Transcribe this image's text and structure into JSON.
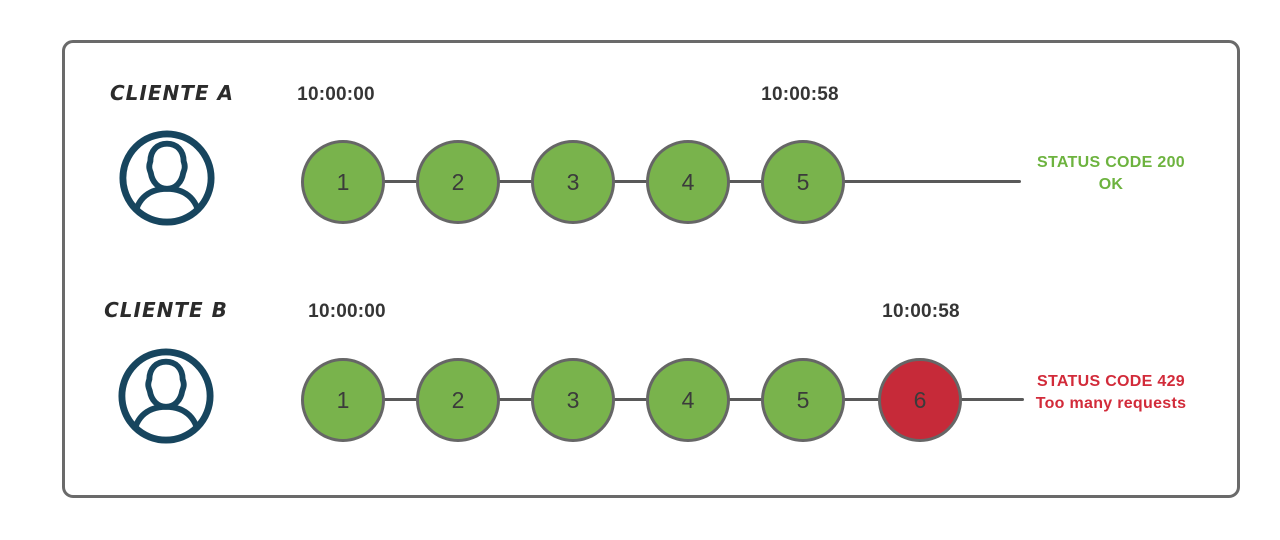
{
  "rows": [
    {
      "client": "CLIENTE A",
      "start_time": "10:00:00",
      "end_time": "10:00:58",
      "requests": [
        "1",
        "2",
        "3",
        "4",
        "5"
      ],
      "status_code_text": "STATUS CODE 200",
      "status_message": "OK",
      "result": "success"
    },
    {
      "client": "CLIENTE B",
      "start_time": "10:00:00",
      "end_time": "10:00:58",
      "requests": [
        "1",
        "2",
        "3",
        "4",
        "5",
        "6"
      ],
      "status_code_text": "STATUS CODE 429",
      "status_message": "Too many requests",
      "result": "rate_limited"
    }
  ],
  "icons": {
    "user": "user-avatar-icon"
  },
  "colors": {
    "request_ok_fill": "#79b34c",
    "request_blocked_fill": "#c62a39",
    "node_border": "#666666",
    "timeline_line": "#595959",
    "frame_border": "#6a6a6a",
    "status_ok_text": "#6db33f",
    "status_error_text": "#d22b3a",
    "user_icon": "#17455e",
    "text_dark": "#353535"
  }
}
